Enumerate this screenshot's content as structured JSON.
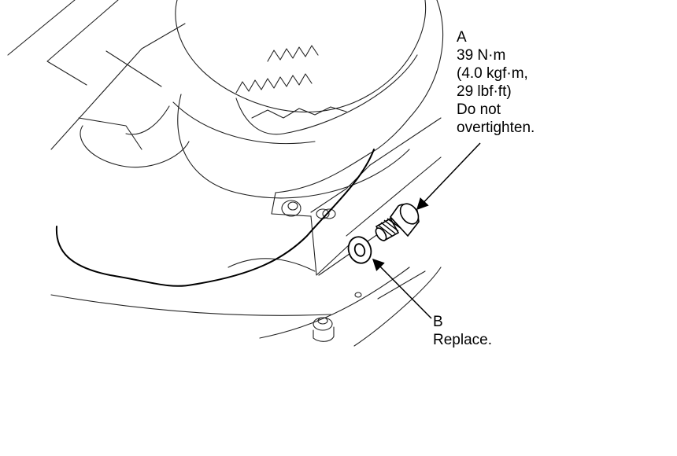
{
  "callouts": {
    "a": {
      "letter": "A",
      "torque_nm": "39 N·m",
      "torque_kgfm": "(4.0 kgf·m,",
      "torque_lbfft": "29 lbf·ft)",
      "note_line1": "Do not",
      "note_line2": "overtighten."
    },
    "b": {
      "letter": "B",
      "note": "Replace."
    }
  },
  "colors": {
    "line": "#000000",
    "background": "#ffffff"
  }
}
